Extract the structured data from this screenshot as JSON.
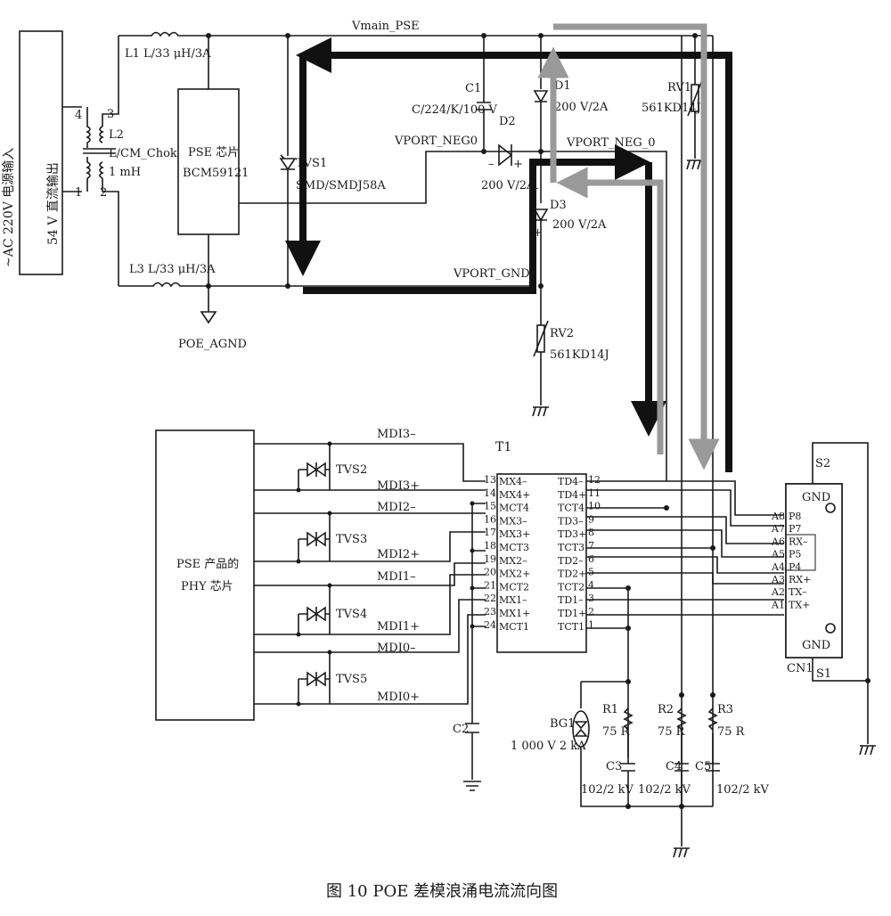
{
  "caption": "图 10  POE 差模浪涌电流流向图",
  "colors": {
    "line": "#1a1a1a",
    "black_path": "#111111",
    "gray_path": "#999999"
  },
  "input": {
    "line1": "~AC 220V 电源输入",
    "line2": "54 V 直流输出",
    "pin1": "1",
    "pin2": "2",
    "pin3": "3",
    "pin4": "4"
  },
  "l1": "L1  L/33 μH/3A",
  "l2": {
    "name": "L2",
    "value1": "L/CM_Choke/",
    "value2": "1 mH"
  },
  "l3": "L3  L/33 μH/3A",
  "pse_chip": {
    "line1": "PSE 芯片",
    "line2": "BCM59121"
  },
  "poe_agnd": "POE_AGND",
  "vmain": "Vmain_PSE",
  "tvs1": {
    "name": "TVS1",
    "value": "SMD/SMDJ58A"
  },
  "vport_neg0_left": "VPORT_NEG0",
  "vport_neg0_right": "VPORT_NEG_0",
  "vport_gnd": "VPORT_GND",
  "c1": {
    "name": "C1",
    "value": "C/224/K/100 V"
  },
  "d1": {
    "name": "D1",
    "value": "200 V/2A"
  },
  "d2": {
    "name": "D2",
    "value": "200 V/2A",
    "minus": "–",
    "plus": "+"
  },
  "d3": {
    "name": "D3",
    "value": "200 V/2A",
    "minus": "–",
    "plus": "+"
  },
  "rv1": {
    "name": "RV1",
    "value": "561KD14J"
  },
  "rv2": {
    "name": "RV2",
    "value": "561KD14J"
  },
  "phy": {
    "line1": "PSE 产品的",
    "line2": "PHY 芯片"
  },
  "mdi": [
    "MDI3–",
    "MDI3+",
    "MDI2–",
    "MDI2+",
    "MDI1–",
    "MDI1+",
    "MDI0–",
    "MDI0+"
  ],
  "tvs": [
    "TVS2",
    "TVS3",
    "TVS4",
    "TVS5"
  ],
  "t1": {
    "name": "T1",
    "left_pins": [
      "MX4–",
      "MX4+",
      "MCT4",
      "MX3–",
      "MX3+",
      "MCT3",
      "MX2–",
      "MX2+",
      "MCT2",
      "MX1–",
      "MX1+",
      "MCT1"
    ],
    "left_nums": [
      "13",
      "14",
      "15",
      "16",
      "17",
      "18",
      "19",
      "20",
      "21",
      "22",
      "23",
      "24"
    ],
    "right_pins": [
      "TD4–",
      "TD4+",
      "TCT4",
      "TD3–",
      "TD3+",
      "TCT3",
      "TD2–",
      "TD2+",
      "TCT2",
      "TD1–",
      "TD1+",
      "TCT1"
    ],
    "right_nums": [
      "12",
      "11",
      "10",
      "9",
      "8",
      "7",
      "6",
      "5",
      "4",
      "3",
      "2",
      "1"
    ]
  },
  "cn1": {
    "name": "CN1",
    "a_pins": [
      "A8",
      "A7",
      "A6",
      "A5",
      "A4",
      "A3",
      "A2",
      "A1"
    ],
    "signals": [
      "P8",
      "P7",
      "RX–",
      "P5",
      "P4",
      "RX+",
      "TX–",
      "TX+"
    ],
    "gnd_top": "GND",
    "gnd_bottom": "GND"
  },
  "s1": "S1",
  "s2": "S2",
  "c2": "C2",
  "bg1": {
    "name": "BG1",
    "value": "1 000 V 2 kA"
  },
  "r1": {
    "name": "R1",
    "value": "75 R"
  },
  "r2": {
    "name": "R2",
    "value": "75 R"
  },
  "r3": {
    "name": "R3",
    "value": "75 R"
  },
  "c3": {
    "name": "C3",
    "value": "102/2 kV"
  },
  "c4": {
    "name": "C4",
    "value": "102/2 kV"
  },
  "c5": {
    "name": "C5",
    "value": "102/2 kV"
  }
}
